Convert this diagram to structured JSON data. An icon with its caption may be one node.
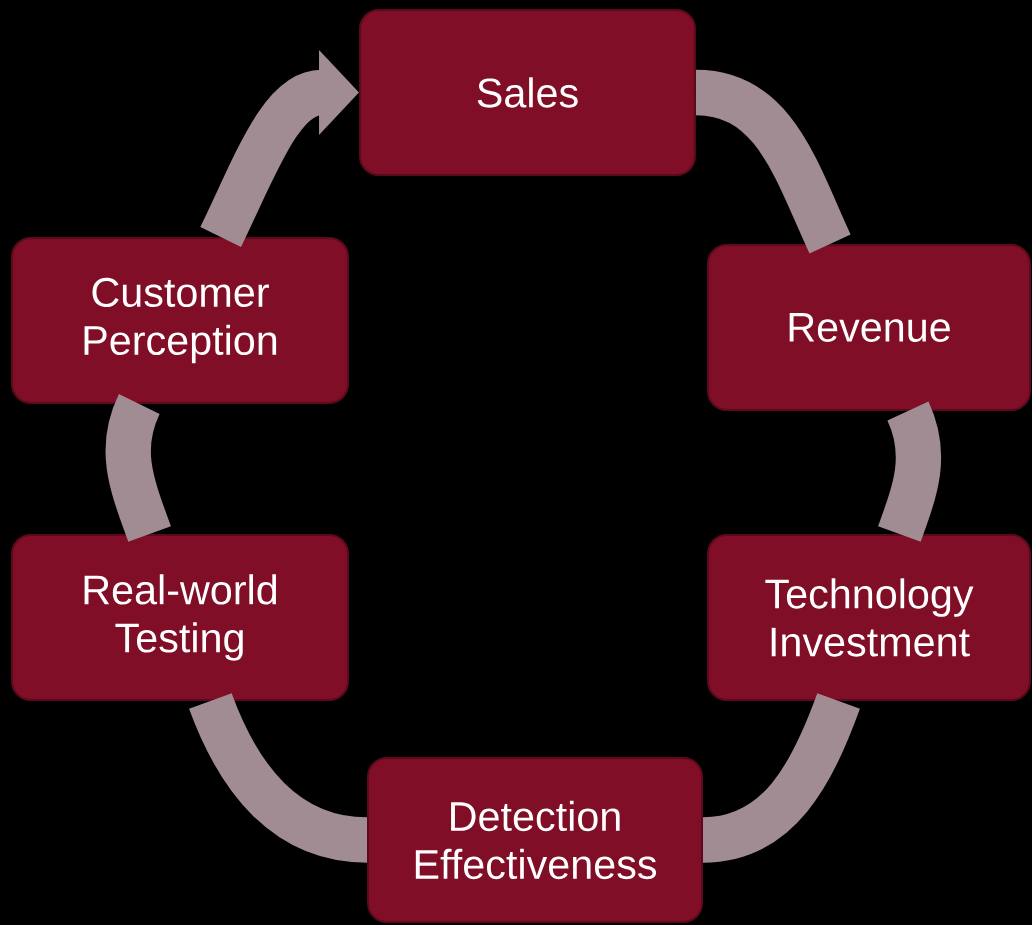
{
  "diagram": {
    "nodes": [
      {
        "text": [
          "Sales"
        ]
      },
      {
        "text": [
          "Customer Perception"
        ]
      },
      {
        "text": [
          "Revenue"
        ]
      },
      {
        "text": [
          "Real-world Testing"
        ]
      },
      {
        "text": [
          "Technology Investment"
        ]
      },
      {
        "text": [
          "Detection Effectiveness"
        ]
      }
    ],
    "edges": [
      {
        "from": 0,
        "to": 2,
        "arrow": "none"
      },
      {
        "from": 2,
        "to": 4,
        "arrow": "none"
      },
      {
        "from": 4,
        "to": 5,
        "arrow": "none"
      },
      {
        "from": 5,
        "to": 3,
        "arrow": "none"
      },
      {
        "from": 3,
        "to": 1,
        "arrow": "none"
      },
      {
        "from": 1,
        "to": 0,
        "arrow": "to"
      }
    ]
  }
}
